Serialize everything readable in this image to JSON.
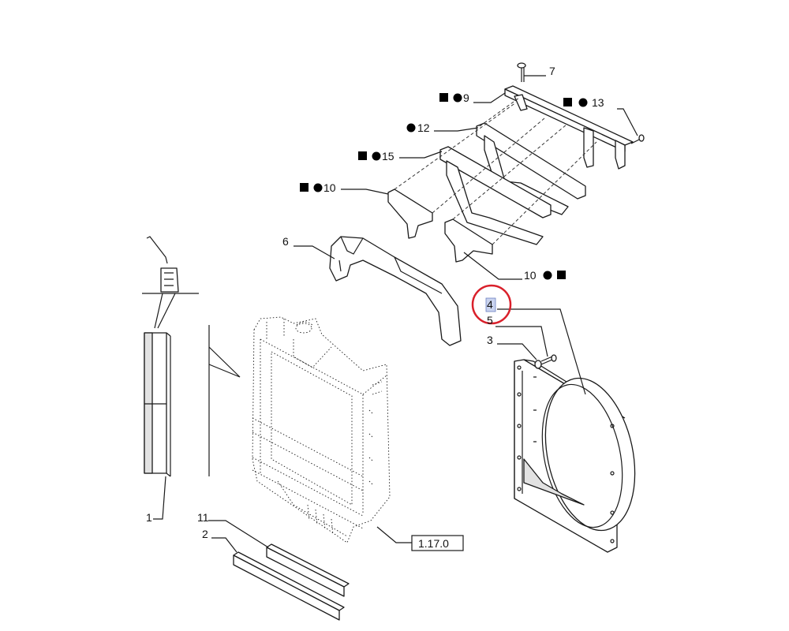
{
  "callouts": [
    {
      "id": "7",
      "text": "7"
    },
    {
      "id": "9",
      "text": "9",
      "marks": [
        "square",
        "circle"
      ]
    },
    {
      "id": "13",
      "text": "13",
      "marks": [
        "square",
        "circle"
      ]
    },
    {
      "id": "12",
      "text": "12",
      "marks": [
        "circle"
      ]
    },
    {
      "id": "15",
      "text": "15",
      "marks": [
        "square",
        "circle"
      ]
    },
    {
      "id": "10a",
      "text": "10",
      "marks": [
        "square",
        "circle"
      ]
    },
    {
      "id": "6",
      "text": "6"
    },
    {
      "id": "10b",
      "text": "10",
      "marks": [
        "circle",
        "square"
      ]
    },
    {
      "id": "4",
      "text": "4",
      "highlighted": true
    },
    {
      "id": "5",
      "text": "5"
    },
    {
      "id": "3",
      "text": "3"
    },
    {
      "id": "1",
      "text": "1"
    },
    {
      "id": "11",
      "text": "11"
    },
    {
      "id": "2",
      "text": "2"
    }
  ],
  "reference_box": "1.17.0",
  "colors": {
    "line": "#1a1a1a",
    "highlight_circle": "#d9202b",
    "selection": "#c9d3ee"
  }
}
